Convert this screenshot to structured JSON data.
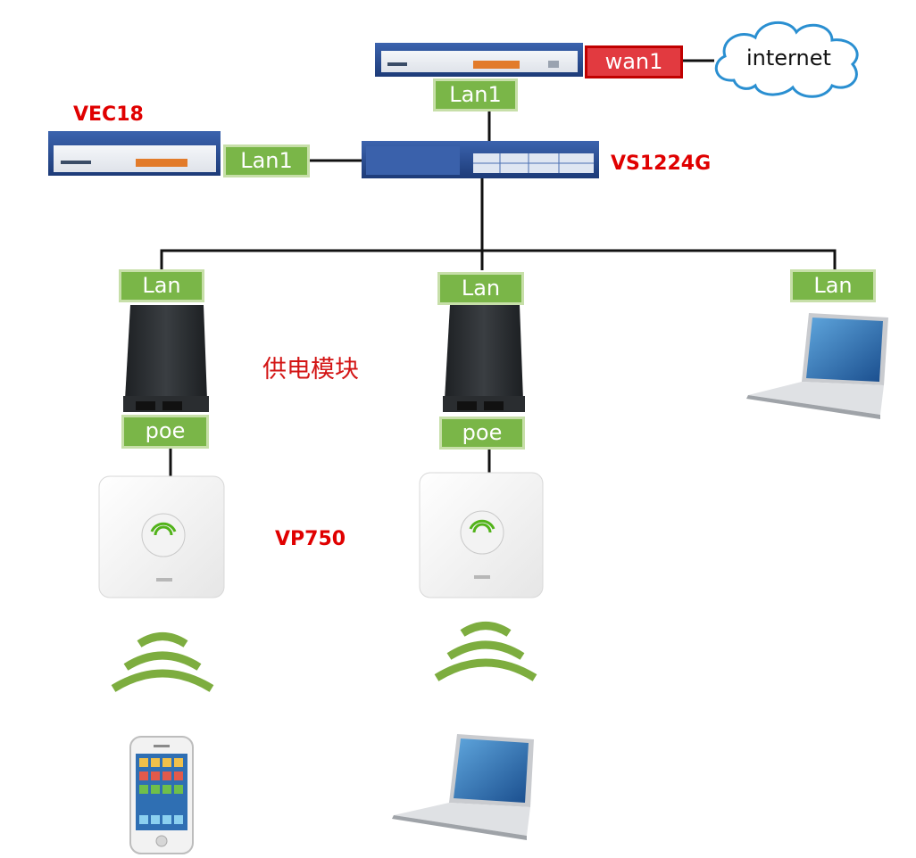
{
  "devices": {
    "router_top": {
      "label": "",
      "port_lan": "Lan1",
      "port_wan": "wan1"
    },
    "cloud": {
      "label": "internet"
    },
    "controller": {
      "model": "VEC18",
      "port": "Lan1"
    },
    "switch": {
      "model": "VS1224G"
    },
    "power_module_caption": "供电模块",
    "ap_caption": "VP750",
    "branches": [
      {
        "lan": "Lan",
        "poe": "poe"
      },
      {
        "lan": "Lan",
        "poe": "poe"
      },
      {
        "lan": "Lan"
      }
    ]
  },
  "colors": {
    "label_green": "#7ab648",
    "label_red": "#e23a40",
    "model_text": "#e00000",
    "device_blue": "#2a4f95",
    "wifi_green": "#7dad3f"
  }
}
